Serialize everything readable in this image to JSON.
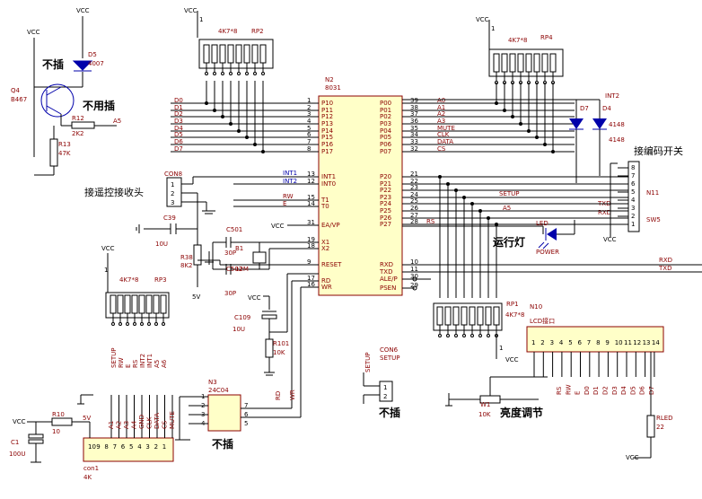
{
  "chip_u2": {
    "ref": "N2",
    "part": "8031",
    "left_pins": [
      {
        "num": "1",
        "name": "P10"
      },
      {
        "num": "2",
        "name": "P11"
      },
      {
        "num": "3",
        "name": "P12"
      },
      {
        "num": "4",
        "name": "P13"
      },
      {
        "num": "5",
        "name": "P14"
      },
      {
        "num": "6",
        "name": "P15"
      },
      {
        "num": "7",
        "name": "P16"
      },
      {
        "num": "8",
        "name": "P17"
      },
      {
        "num": "13",
        "name": "INT1"
      },
      {
        "num": "12",
        "name": "INT0"
      },
      {
        "num": "15",
        "name": "T1"
      },
      {
        "num": "14",
        "name": "T0"
      },
      {
        "num": "31",
        "name": "EA/VP"
      },
      {
        "num": "19",
        "name": "X1"
      },
      {
        "num": "18",
        "name": "X2"
      },
      {
        "num": "9",
        "name": "RESET"
      },
      {
        "num": "17",
        "name": "RD"
      },
      {
        "num": "16",
        "name": "WR"
      }
    ],
    "right_pins": [
      {
        "num": "39",
        "name": "P00"
      },
      {
        "num": "38",
        "name": "P01"
      },
      {
        "num": "37",
        "name": "P02"
      },
      {
        "num": "36",
        "name": "P03"
      },
      {
        "num": "35",
        "name": "P04"
      },
      {
        "num": "34",
        "name": "P05"
      },
      {
        "num": "33",
        "name": "P06"
      },
      {
        "num": "32",
        "name": "P07"
      },
      {
        "num": "21",
        "name": "P20"
      },
      {
        "num": "22",
        "name": "P21"
      },
      {
        "num": "23",
        "name": "P22"
      },
      {
        "num": "24",
        "name": "P23"
      },
      {
        "num": "25",
        "name": "P24"
      },
      {
        "num": "26",
        "name": "P25"
      },
      {
        "num": "27",
        "name": "P26"
      },
      {
        "num": "28",
        "name": "P27"
      },
      {
        "num": "10",
        "name": "RXD"
      },
      {
        "num": "11",
        "name": "TXD"
      },
      {
        "num": "30",
        "name": "ALE/P"
      },
      {
        "num": "29",
        "name": "PSEN"
      }
    ]
  },
  "nets": {
    "d_left": [
      "D0",
      "D1",
      "D2",
      "D3",
      "D4",
      "D5",
      "D6",
      "D7"
    ],
    "a_right": [
      "A0",
      "A1",
      "A2",
      "A3",
      "MUTE",
      "CLK",
      "DATA",
      "CS"
    ],
    "int_left": [
      "INT1",
      "INT2"
    ],
    "t_left": [
      "RW",
      "E"
    ],
    "p2_right": [
      "SETUP",
      "A5",
      "RS"
    ],
    "serial": [
      "RXD",
      "TXD"
    ],
    "int2": "INT2",
    "vcc": "VCC"
  },
  "rp2": {
    "ref": "RP2",
    "value": "4K7*8",
    "pin": "1"
  },
  "rp4": {
    "ref": "RP4",
    "value": "4K7*8",
    "pin": "1"
  },
  "rp3": {
    "ref": "RP3",
    "value": "4K7*8",
    "pin": "1",
    "nets": [
      "SETUP",
      "RW",
      "E",
      "RS",
      "INT2",
      "INT1",
      "A5",
      "A6"
    ]
  },
  "rp1": {
    "ref": "RP1",
    "value": "4K7*8",
    "pin": "1"
  },
  "q4": {
    "ref": "Q4",
    "part": "B467"
  },
  "d5": {
    "ref": "D5",
    "part": "4007"
  },
  "r12": {
    "ref": "R12",
    "value": "2K2",
    "net": "A5"
  },
  "r13": {
    "ref": "R13",
    "value": "47K"
  },
  "con8": {
    "ref": "CON8"
  },
  "c39": {
    "ref": "C39",
    "value": "10U"
  },
  "r38": {
    "ref": "R38",
    "value": "8K2"
  },
  "c501": {
    "ref": "C501",
    "value": "30P"
  },
  "c502": {
    "ref": "C502",
    "value": "30P"
  },
  "crystal": {
    "ref": "B1",
    "value": "12M"
  },
  "c109": {
    "ref": "C109",
    "value": "10U"
  },
  "r101": {
    "ref": "R101",
    "value": "10K"
  },
  "d7": {
    "ref": "D7"
  },
  "d4": {
    "ref": "D4",
    "part": "4148",
    "part2": "4148"
  },
  "led": {
    "ref": "LED",
    "label": "POWER"
  },
  "sw5": {
    "ref": "N11",
    "part": "SW5",
    "pins": [
      "8",
      "7",
      "6",
      "5",
      "4",
      "3",
      "2",
      "1"
    ],
    "nets": [
      "TXD",
      "RXD"
    ]
  },
  "n3": {
    "ref": "N3",
    "part": "24C04",
    "pins": [
      "1",
      "2",
      "3",
      "4",
      "7",
      "6",
      "5"
    ]
  },
  "con6": {
    "ref": "CON6",
    "label": "SETUP",
    "nets": [
      "SETUP"
    ]
  },
  "n10": {
    "ref": "N10",
    "label": "LCD接口",
    "pins": [
      "1",
      "2",
      "3",
      "4",
      "5",
      "6",
      "7",
      "8",
      "9",
      "10",
      "11",
      "12",
      "13",
      "14"
    ],
    "nets": [
      "RS",
      "RW",
      "E",
      "D0",
      "D1",
      "D2",
      "D3",
      "D4",
      "D5",
      "D6",
      "D7"
    ]
  },
  "w1": {
    "ref": "W1",
    "value": "10K"
  },
  "rled": {
    "ref": "RLED",
    "value": "22"
  },
  "r10": {
    "ref": "R10",
    "value": "10",
    "net": "5V"
  },
  "c1": {
    "ref": "C1",
    "value": "100U"
  },
  "con1": {
    "ref": "con1",
    "value": "4K",
    "pins": [
      "10",
      "9",
      "8",
      "7",
      "6",
      "5",
      "4",
      "3",
      "2",
      "1"
    ],
    "nets": [
      "A1",
      "A2",
      "A3",
      "A4",
      "GND",
      "CLK",
      "DATA",
      "CS",
      "MUTE"
    ]
  },
  "bus_pin_labels": {
    "rd": "RD",
    "wr": "WR",
    "rp3_5v": "5V"
  },
  "notes": {
    "no_insert_1": "不插",
    "no_insert_2": "不插",
    "no_insert_3": "不插",
    "no_need_insert": "不用插",
    "remote_rx": "接遥控接收头",
    "run_led": "运行灯",
    "dip_switch": "接编码开关",
    "brightness": "亮度调节"
  }
}
